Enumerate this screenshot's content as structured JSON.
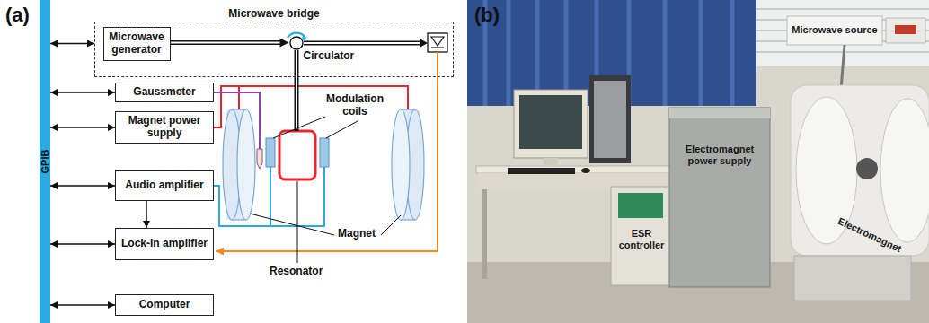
{
  "diagram": {
    "nodes": [
      {
        "text": [
          "GPIB"
        ]
      },
      {
        "text": [
          "Microwave bridge"
        ]
      },
      {
        "text": [
          "Microwave generator"
        ],
        "in": 1
      },
      {
        "text": [
          "Circulator"
        ],
        "in": 1
      },
      {
        "text": [
          "Gaussmeter"
        ]
      },
      {
        "text": [
          "Magnet power supply"
        ]
      },
      {
        "text": [
          "Audio amplifier"
        ]
      },
      {
        "text": [
          "Lock-in amplifier"
        ]
      },
      {
        "text": [
          "Computer"
        ]
      }
    ],
    "edges": [
      {
        "from": 0,
        "to": 1,
        "arrow": "both"
      },
      {
        "from": 0,
        "to": 4,
        "arrow": "both"
      },
      {
        "from": 0,
        "to": 5,
        "arrow": "both"
      },
      {
        "from": 0,
        "to": 6,
        "arrow": "both"
      },
      {
        "from": 0,
        "to": 7,
        "arrow": "both"
      },
      {
        "from": 0,
        "to": 8,
        "arrow": "both"
      },
      {
        "from": 2,
        "to": 3,
        "arrow": "to"
      },
      {
        "from": 6,
        "to": 7,
        "arrow": "to"
      }
    ],
    "labels": [
      "(a)",
      "Modulation coils",
      "Magnet",
      "Resonator",
      "(b)",
      "Microwave source",
      "Electromagnet power supply",
      "ESR controller",
      "Electromagnet"
    ]
  }
}
